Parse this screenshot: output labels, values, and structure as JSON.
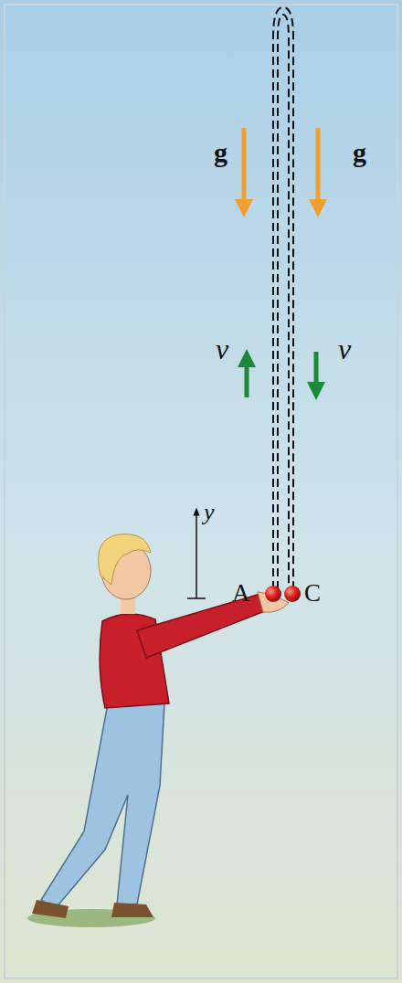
{
  "diagram": {
    "labels": [
      "g",
      "g",
      "v",
      "v",
      "y",
      "A",
      "C"
    ]
  }
}
